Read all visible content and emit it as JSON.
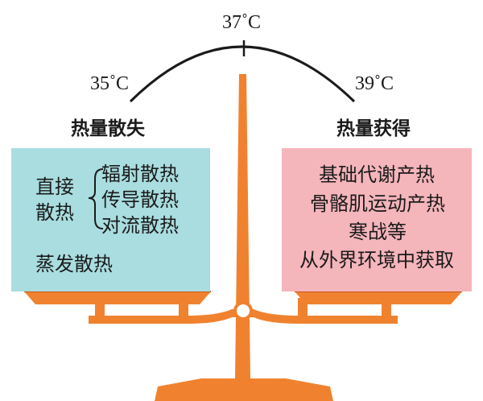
{
  "scale": {
    "center_temp": "37˚C",
    "left_temp": "35˚C",
    "right_temp": "39˚C"
  },
  "left": {
    "title": "热量散失",
    "direct_label_line1": "直接",
    "direct_label_line2": "散热",
    "items": [
      "辐射散热",
      "传导散热",
      "对流散热"
    ],
    "evaporation": "蒸发散热"
  },
  "right": {
    "title": "热量获得",
    "items": [
      "基础代谢产热",
      "骨骼肌运动产热",
      "寒战等",
      "从外界环境中获取"
    ]
  },
  "colors": {
    "left_panel": "#a9dde0",
    "right_panel": "#f4b5bb",
    "balance": "#f0822f",
    "balance_dark": "#c9561a"
  }
}
